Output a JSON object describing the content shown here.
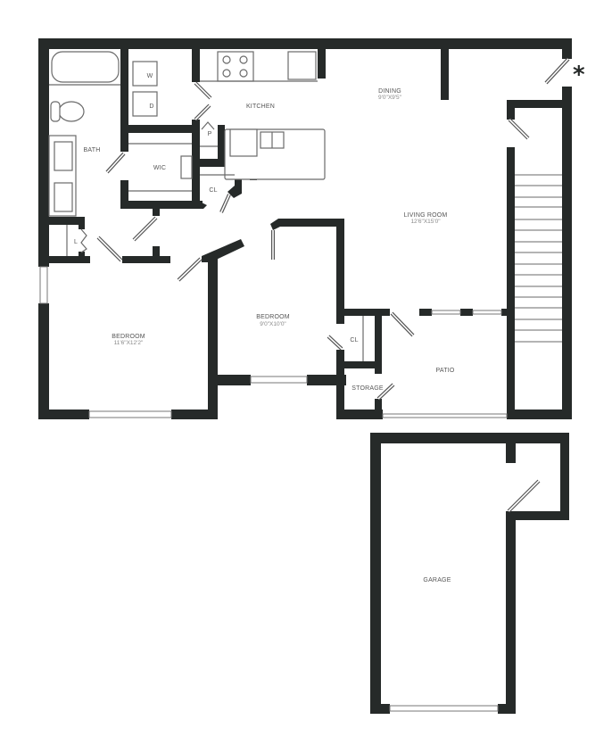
{
  "floorplan": {
    "colors": {
      "wall": "#262a29",
      "fixture": "#6a6a6a",
      "background": "#ffffff"
    },
    "marker": "*",
    "rooms": {
      "bath": {
        "label": "BATH"
      },
      "washer": {
        "label": "W"
      },
      "dryer": {
        "label": "D"
      },
      "kitchen": {
        "label": "KITCHEN"
      },
      "pantry": {
        "label": "P"
      },
      "wic": {
        "label": "WIC"
      },
      "closet_hall": {
        "label": "CL"
      },
      "linen": {
        "label": "L"
      },
      "dining": {
        "label": "DINING",
        "dims": "9'0\"X9'5\""
      },
      "living": {
        "label": "LIVING ROOM",
        "dims": "12'6\"X15'0\""
      },
      "bedroom1": {
        "label": "BEDROOM",
        "dims": "11'6\"X12'2\""
      },
      "bedroom2": {
        "label": "BEDROOM",
        "dims": "9'0\"X10'0\""
      },
      "closet_bed2": {
        "label": "CL"
      },
      "storage": {
        "label": "STORAGE"
      },
      "patio": {
        "label": "PATIO"
      },
      "garage": {
        "label": "GARAGE"
      }
    }
  }
}
